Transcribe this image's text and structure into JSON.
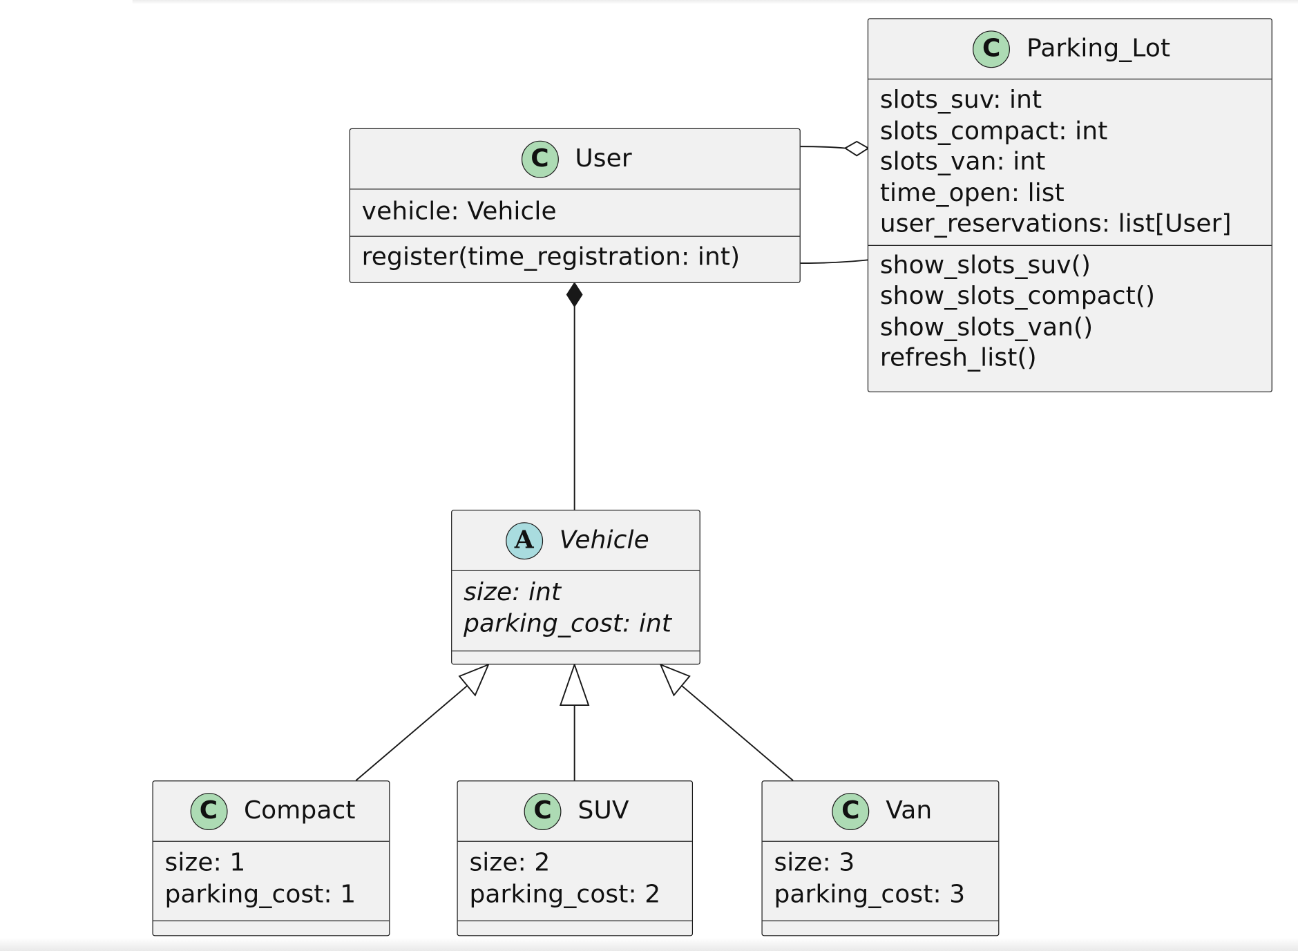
{
  "classes": {
    "parking_lot": {
      "stereotype": "C",
      "name": "Parking_Lot",
      "attributes": [
        "slots_suv: int",
        "slots_compact: int",
        "slots_van: int",
        "time_open: list",
        "user_reservations: list[User]"
      ],
      "methods": [
        "show_slots_suv()",
        "show_slots_compact()",
        "show_slots_van()",
        "refresh_list()"
      ]
    },
    "user": {
      "stereotype": "C",
      "name": "User",
      "attributes": [
        "vehicle: Vehicle"
      ],
      "methods": [
        "register(time_registration: int)"
      ]
    },
    "vehicle": {
      "stereotype": "A",
      "name": "Vehicle",
      "abstract": true,
      "attributes": [
        "size: int",
        "parking_cost: int"
      ],
      "methods": []
    },
    "compact": {
      "stereotype": "C",
      "name": "Compact",
      "attributes": [
        "size: 1",
        "parking_cost: 1"
      ],
      "methods": []
    },
    "suv": {
      "stereotype": "C",
      "name": "SUV",
      "attributes": [
        "size: 2",
        "parking_cost: 2"
      ],
      "methods": []
    },
    "van": {
      "stereotype": "C",
      "name": "Van",
      "attributes": [
        "size: 3",
        "parking_cost: 3"
      ],
      "methods": []
    }
  },
  "relations": [
    {
      "from": "User",
      "to": "Parking_Lot",
      "type": "aggregation"
    },
    {
      "from": "User",
      "to": "Parking_Lot",
      "type": "association"
    },
    {
      "from": "User",
      "to": "Vehicle",
      "type": "composition"
    },
    {
      "from": "Compact",
      "to": "Vehicle",
      "type": "inheritance"
    },
    {
      "from": "SUV",
      "to": "Vehicle",
      "type": "inheritance"
    },
    {
      "from": "Van",
      "to": "Vehicle",
      "type": "inheritance"
    }
  ],
  "colors": {
    "class_fill": "#f1f1f1",
    "border": "#181818",
    "class_badge": "#addbb4",
    "abstract_badge": "#a9dcdf",
    "background": "#ffffff"
  }
}
